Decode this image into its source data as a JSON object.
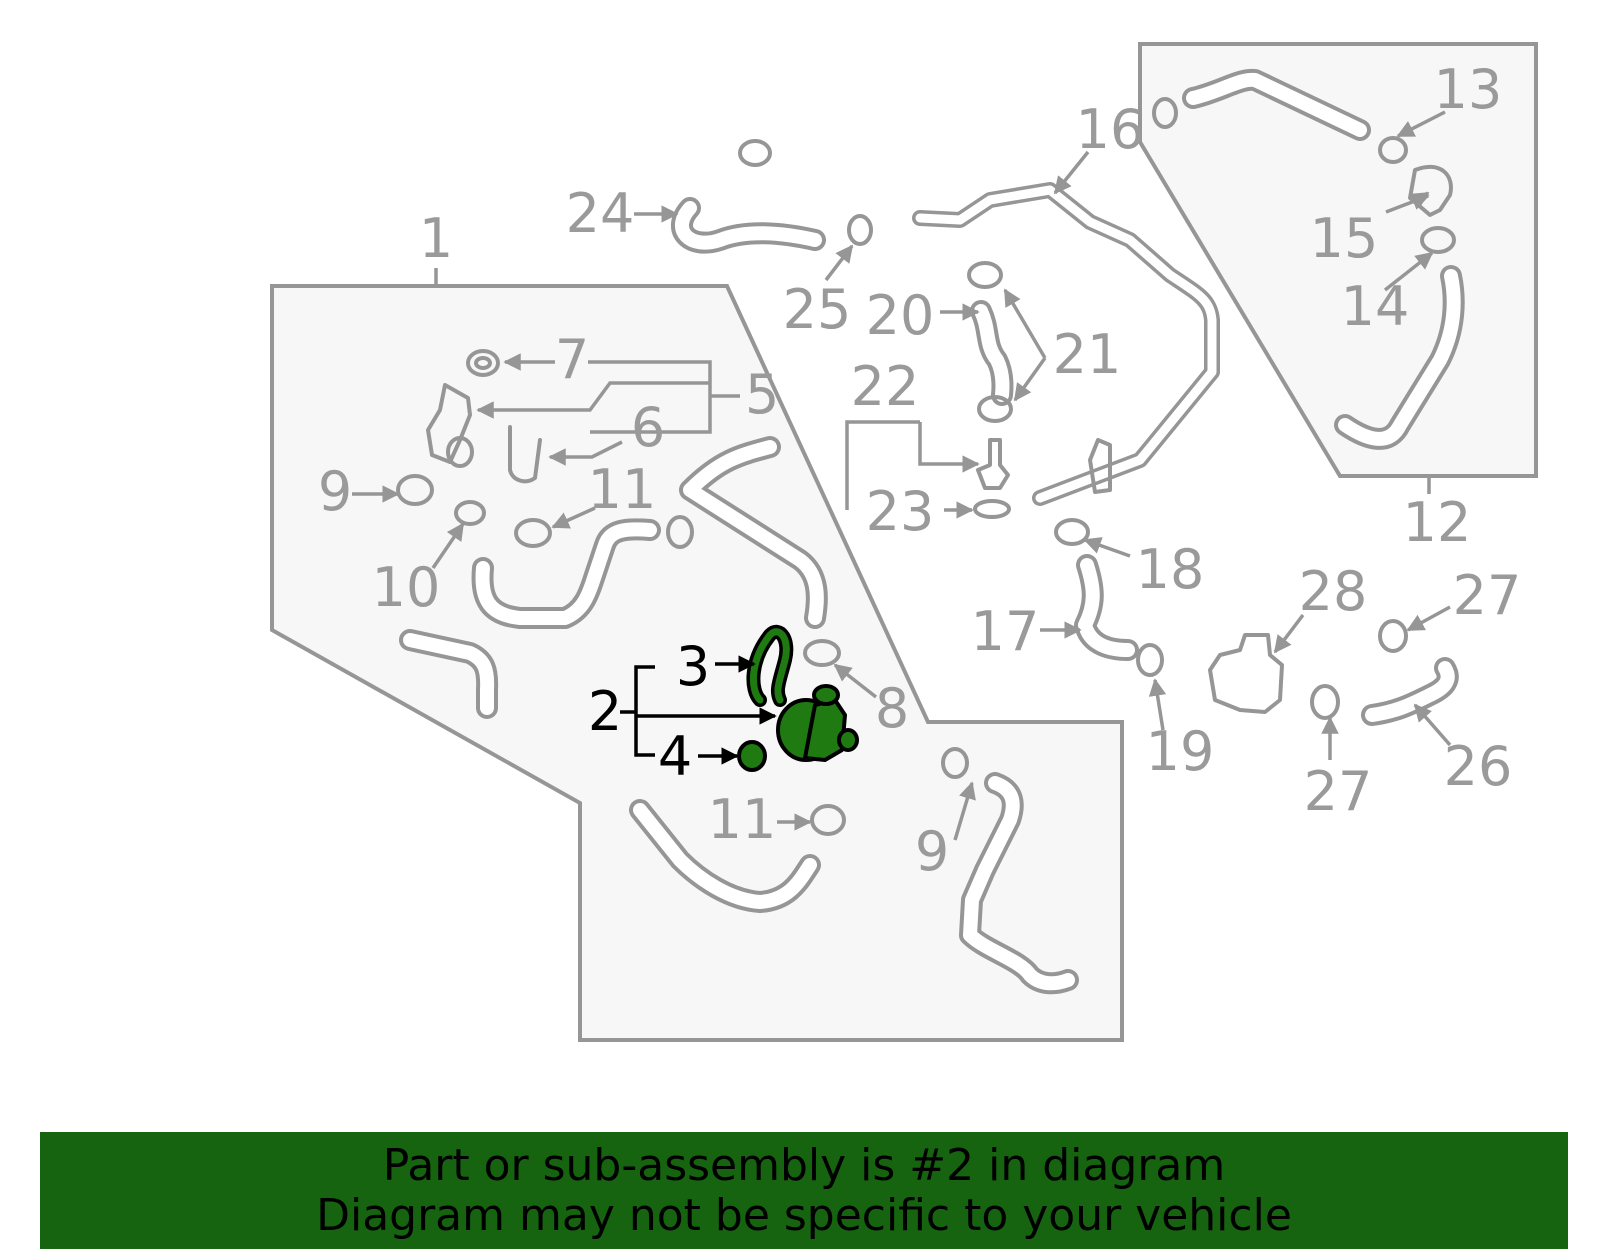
{
  "diagram": {
    "highlight_color": "#1f7a12",
    "callouts": {
      "c1": "1",
      "c2": "2",
      "c3": "3",
      "c4": "4",
      "c5": "5",
      "c6": "6",
      "c7": "7",
      "c8": "8",
      "c9a": "9",
      "c9b": "9",
      "c10": "10",
      "c11a": "11",
      "c11b": "11",
      "c12": "12",
      "c13": "13",
      "c14": "14",
      "c15": "15",
      "c16": "16",
      "c17": "17",
      "c18": "18",
      "c19": "19",
      "c20": "20",
      "c21": "21",
      "c22": "22",
      "c23": "23",
      "c24": "24",
      "c25": "25",
      "c26": "26",
      "c27a": "27",
      "c27b": "27",
      "c28": "28"
    }
  },
  "banner": {
    "line1": "Part or sub-assembly is #2 in diagram",
    "line2": "Diagram may not be specific to your vehicle",
    "background": "#166310"
  }
}
